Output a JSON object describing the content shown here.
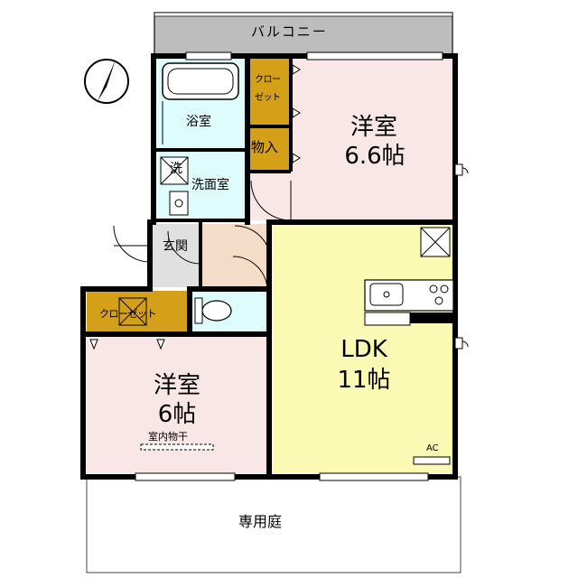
{
  "title": "",
  "rooms": {
    "balcony": "バルコニー",
    "bath": "浴室",
    "closet_top_line1": "クロー",
    "closet_top_line2": "ゼット",
    "storage": "物入",
    "western_top": {
      "name": "洋室",
      "size": "6.6帖"
    },
    "washer": "洗",
    "washroom": "洗面室",
    "entrance": "玄関",
    "closet_left": "クローゼット",
    "ldk": {
      "name": "LDK",
      "size": "11帖"
    },
    "western_bottom": {
      "name": "洋室",
      "size": "6帖"
    },
    "drying": "室内物干",
    "ac": "AC",
    "garden": "専用庭"
  },
  "colors": {
    "wall": "#000000",
    "balcony": "#bdbdbd",
    "western": "#f9e6e6",
    "ldk": "#fafab4",
    "wet_area": "#dffcfc",
    "storage": "#d4a017",
    "entrance": "#e0e0e0",
    "hallway": "#f5dcc8"
  }
}
